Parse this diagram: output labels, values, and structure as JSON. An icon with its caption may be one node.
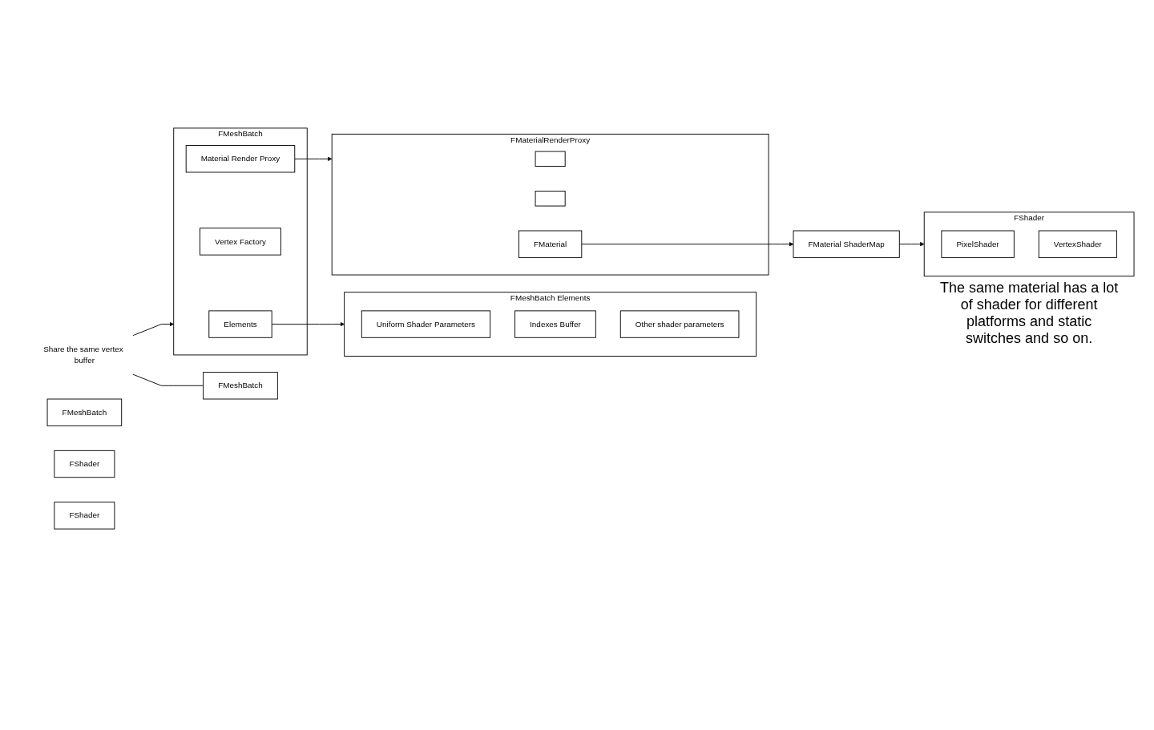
{
  "diagram": {
    "nodes": [
      {
        "text": [
          "Share the same vertex buffer"
        ]
      },
      {
        "text": [
          "FMeshBatch"
        ]
      },
      {
        "text": [
          "FMeshBatch"
        ]
      },
      {
        "text": [
          "FMeshBatch Elements"
        ]
      },
      {
        "text": [
          "Uniform Shader Parameters"
        ],
        "in": 3
      },
      {
        "text": [
          "Indexes Buffer"
        ],
        "in": 3
      },
      {
        "text": [
          "Other shader parameters"
        ],
        "in": 3
      },
      {
        "text": [
          "FMeshBatch"
        ]
      },
      {
        "text": [
          "Elements"
        ],
        "in": 7
      },
      {
        "text": [
          "Vertex Factory"
        ],
        "in": 7
      },
      {
        "text": [
          "Material Render Proxy"
        ],
        "in": 7
      },
      {
        "text": [
          "FMaterialRenderProxy"
        ]
      },
      {
        "text": [],
        "shape": "box",
        "in": 11
      },
      {
        "text": [],
        "shape": "box",
        "in": 11
      },
      {
        "text": [
          "FMaterial"
        ],
        "in": 11
      },
      {
        "text": [
          "FMaterial ShaderMap"
        ]
      },
      {
        "text": [
          "FShader"
        ]
      },
      {
        "text": [
          "FShader"
        ]
      },
      {
        "text": [
          "FShader"
        ],
        "beside": [
          "The same material has a lot of shader for different platforms and static switches and so on."
        ]
      },
      {
        "text": [
          "PixelShader"
        ],
        "in": 18
      },
      {
        "text": [
          "VertexShader"
        ],
        "in": 18
      }
    ],
    "edges": [
      {
        "from": 0,
        "to": 7,
        "arrow": "to"
      },
      {
        "from": 0,
        "to": 2,
        "arrow": "none"
      },
      {
        "from": 8,
        "to": 3,
        "arrow": "to"
      },
      {
        "from": 10,
        "to": 11,
        "arrow": "to"
      },
      {
        "from": 14,
        "to": 15,
        "arrow": "to"
      },
      {
        "from": 15,
        "to": 18,
        "arrow": "to"
      }
    ]
  }
}
